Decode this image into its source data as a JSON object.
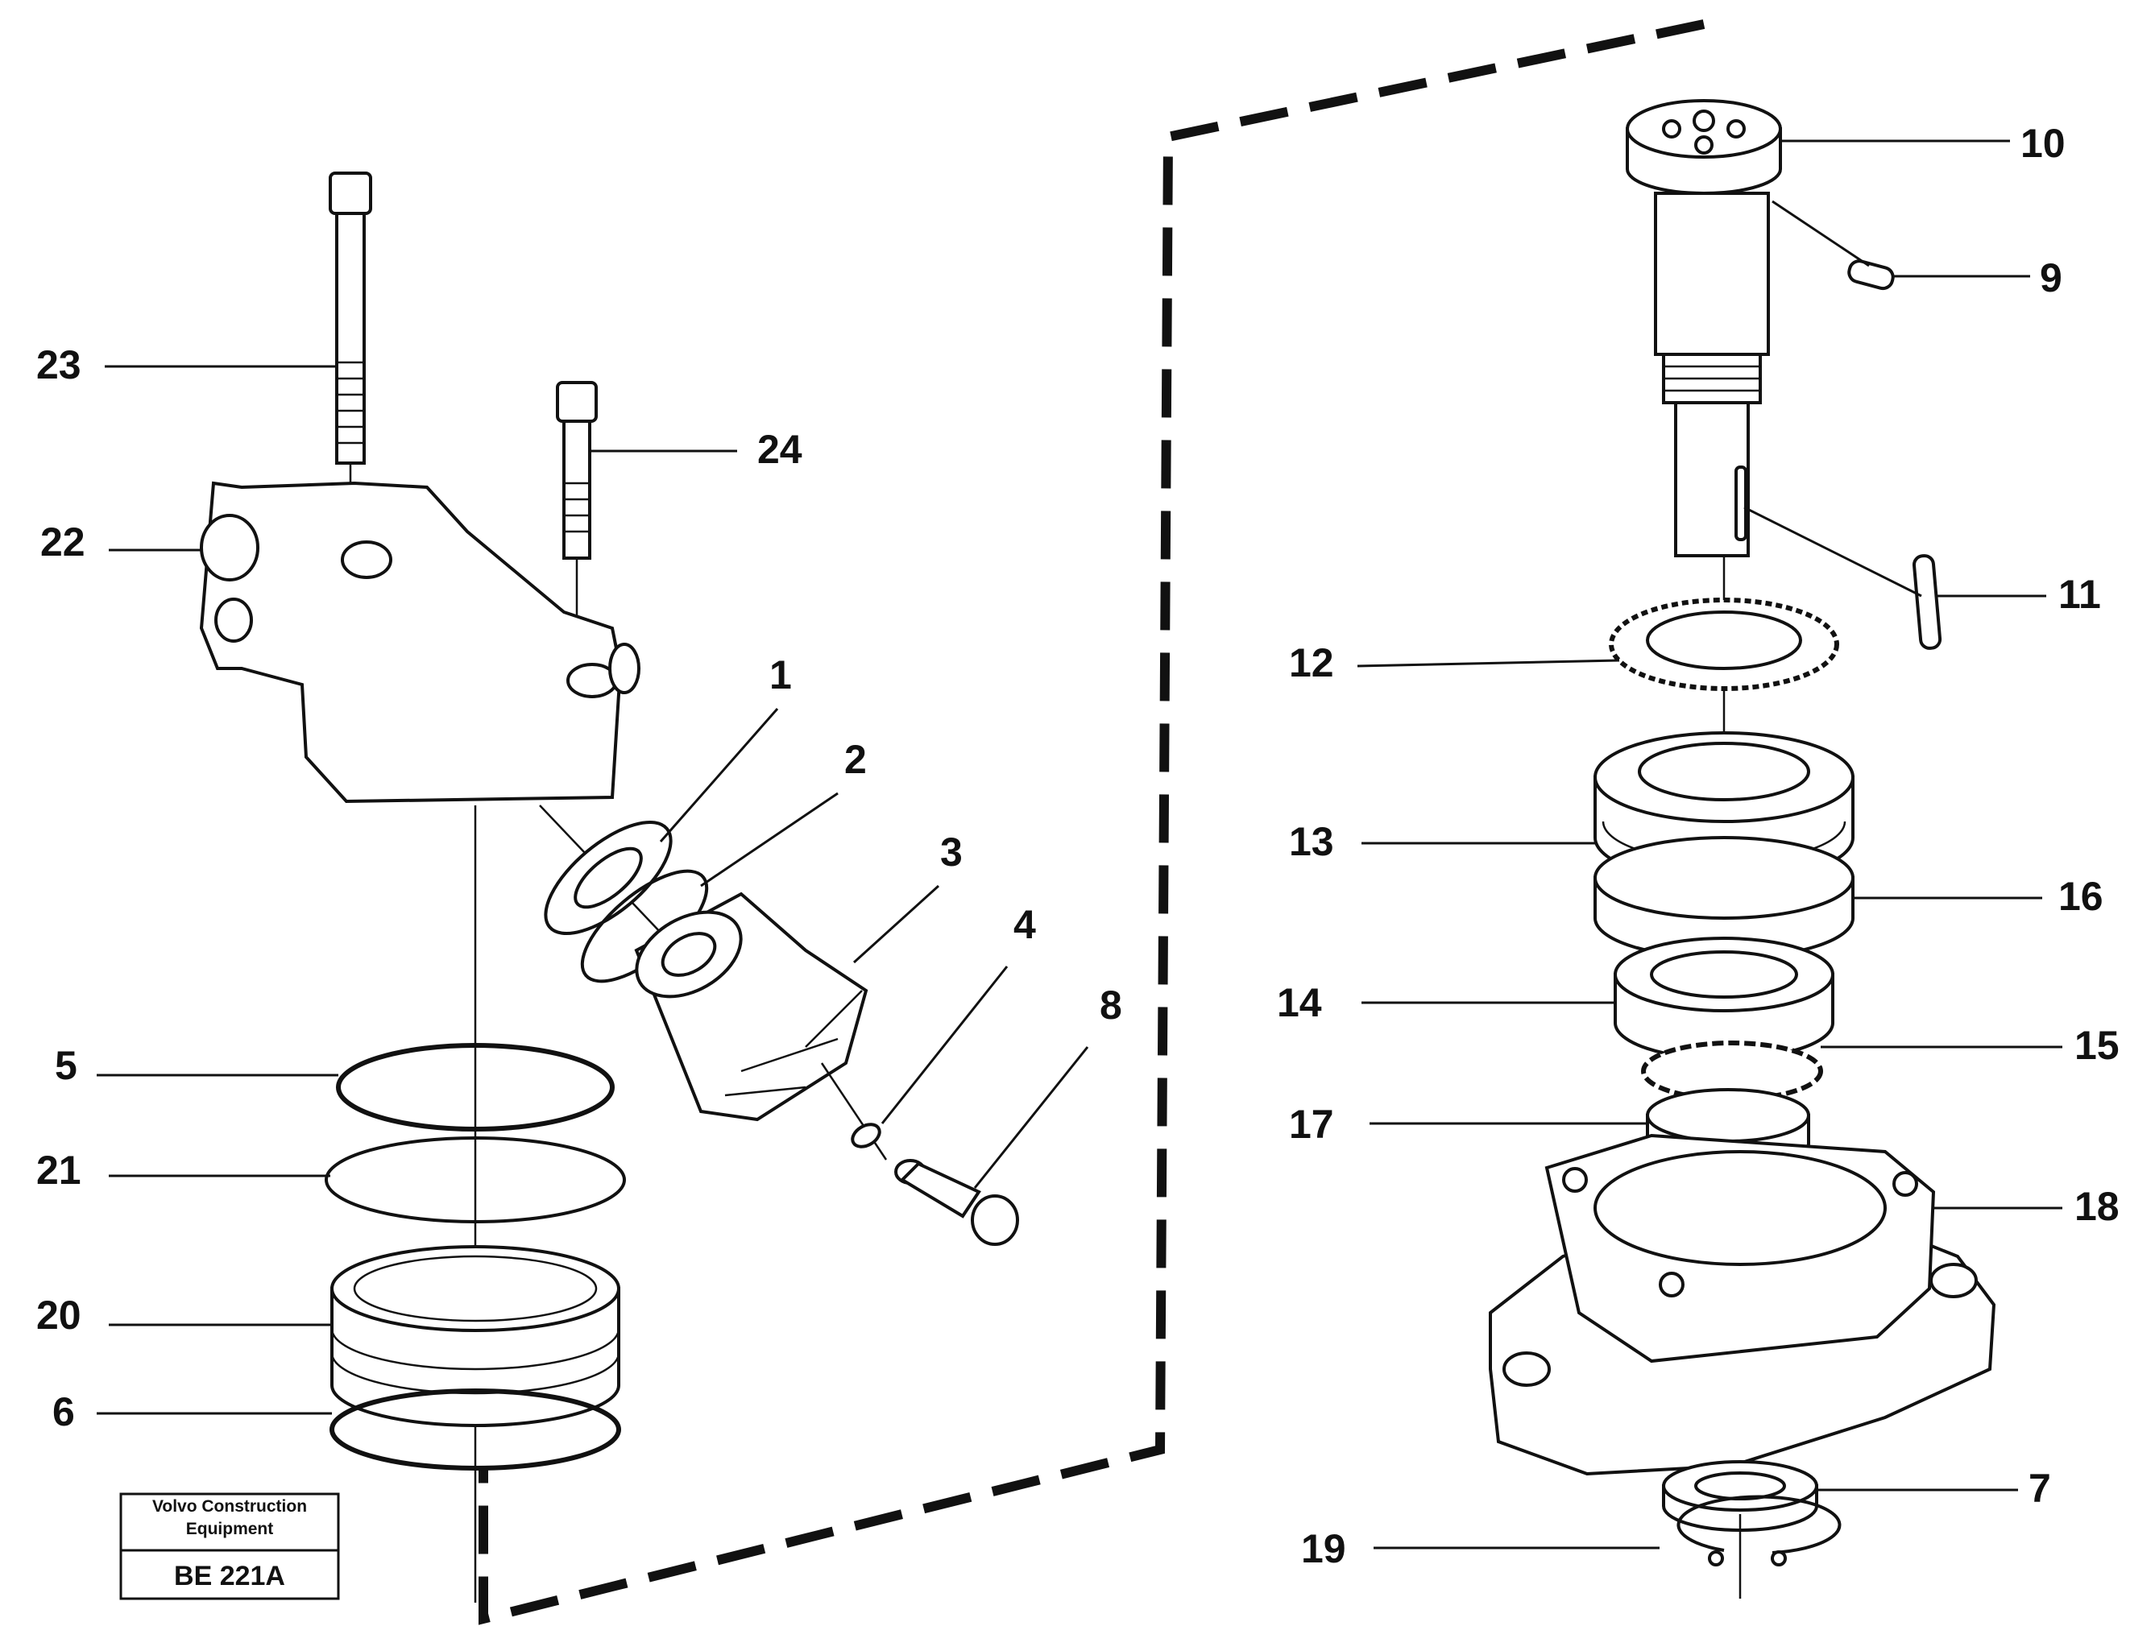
{
  "callouts": {
    "c1": "1",
    "c2": "2",
    "c3": "3",
    "c4": "4",
    "c5": "5",
    "c6": "6",
    "c7": "7",
    "c8": "8",
    "c9": "9",
    "c10": "10",
    "c11": "11",
    "c12": "12",
    "c13": "13",
    "c14": "14",
    "c15": "15",
    "c16": "16",
    "c17": "17",
    "c18": "18",
    "c19": "19",
    "c20": "20",
    "c21": "21",
    "c22": "22",
    "c23": "23",
    "c24": "24"
  },
  "titleblock": {
    "company_line1": "Volvo Construction",
    "company_line2": "Equipment",
    "reference": "BE 221A"
  }
}
